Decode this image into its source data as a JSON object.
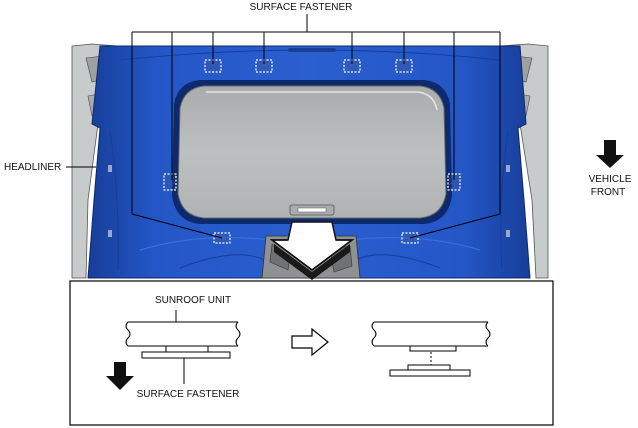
{
  "labels": {
    "surface_fastener_top": "SURFACE FASTENER",
    "headliner": "HEADLINER",
    "vehicle_front_line1": "VEHICLE",
    "vehicle_front_line2": "FRONT",
    "sunroof_unit": "SUNROOF UNIT",
    "surface_fastener_bottom": "SURFACE FASTENER"
  },
  "colors": {
    "headliner_blue": "#2456c6",
    "headliner_dark": "#173e99",
    "glass_gray": "#b8bbbb",
    "body_gray": "#c8cbcb"
  }
}
